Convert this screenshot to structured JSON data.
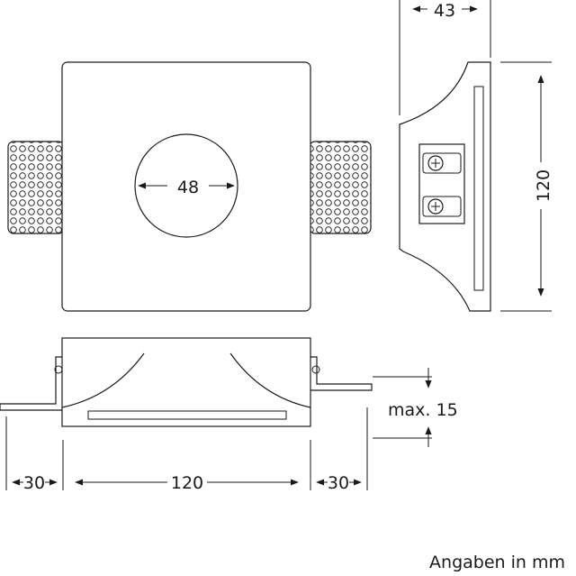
{
  "dimensions": {
    "depth": "43",
    "height": "120",
    "hole_diameter": "48",
    "max_depth": "max. 15",
    "flange_left": "30",
    "width": "120",
    "flange_right": "30"
  },
  "note": "Angaben in mm"
}
